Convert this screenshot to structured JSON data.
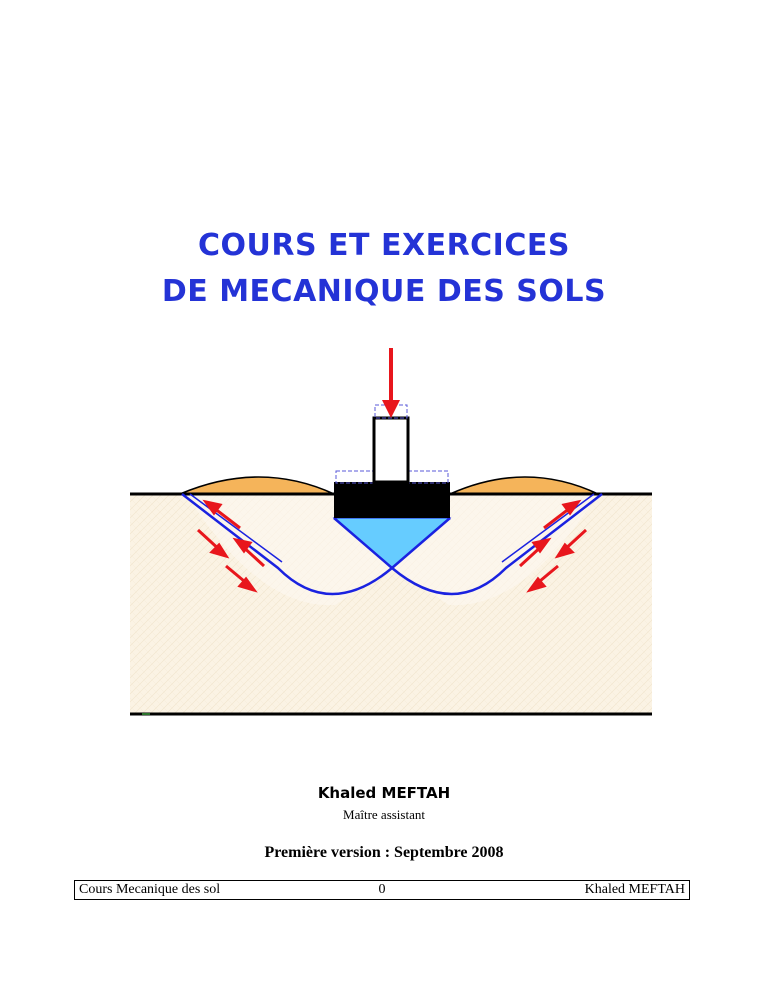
{
  "title": {
    "line1": "COURS ET EXERCICES",
    "line2": "DE MECANIQUE DES SOLS"
  },
  "figure": {
    "colors": {
      "soil": "#fbf3e4",
      "heave": "#f5b45a",
      "wedge": "#66ccff",
      "slip_surface": "#1a22e0",
      "arrows": "#e8161c",
      "footing": "#000000"
    }
  },
  "author": {
    "name": "Khaled MEFTAH",
    "role": "Maître assistant"
  },
  "version": "Première version : Septembre 2008",
  "footer": {
    "left": "Cours Mecanique des sol",
    "page_number": "0",
    "right": "Khaled MEFTAH"
  }
}
